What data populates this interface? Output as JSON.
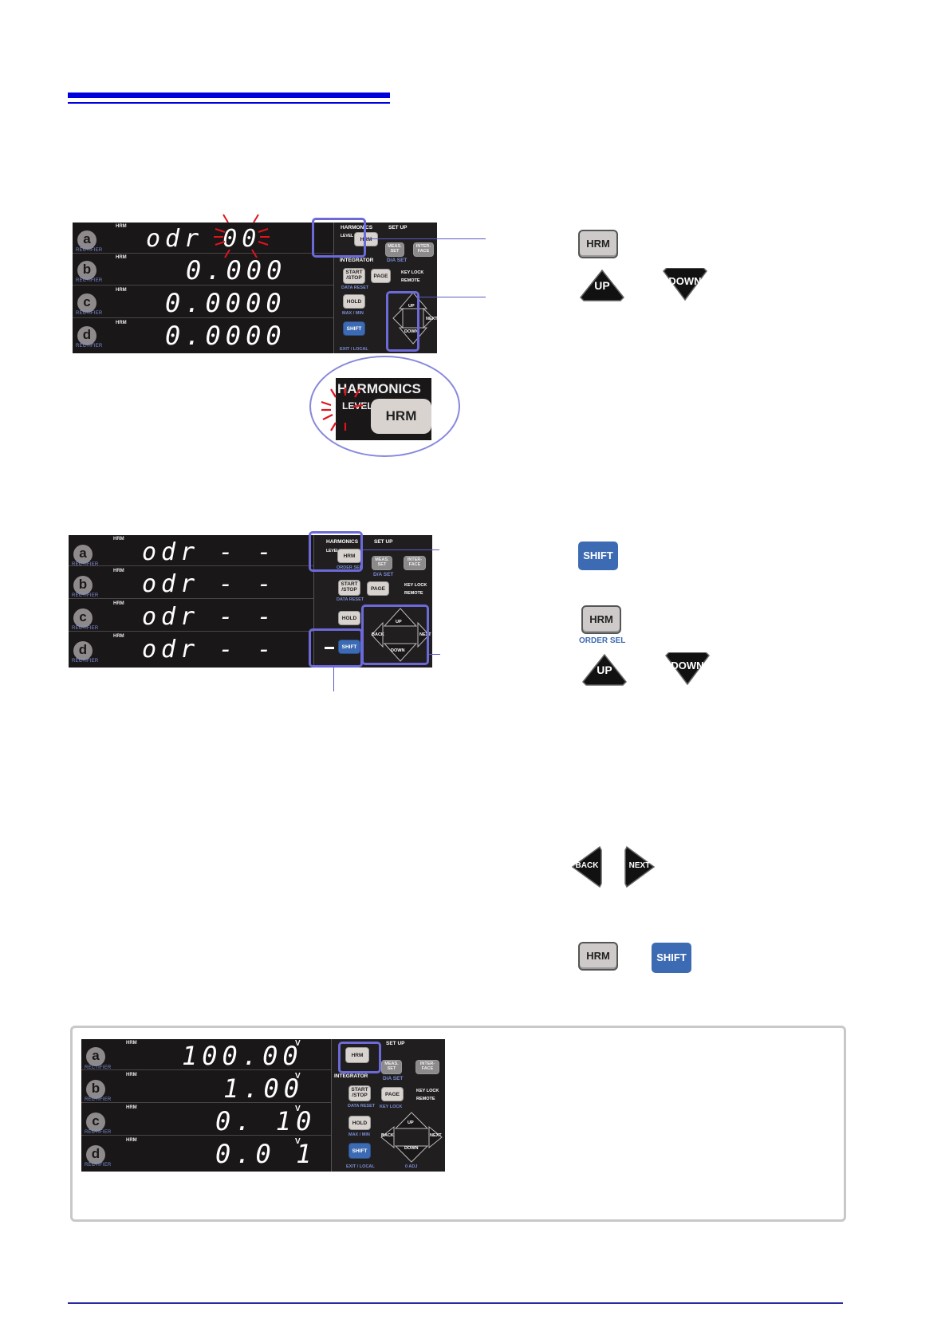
{
  "panel_labels": {
    "harmonics": "HARMONICS",
    "level": "LEVEL",
    "set_up": "SET UP",
    "integrator": "INTEGRATOR",
    "da_set": "D/A SET",
    "data_reset": "DATA RESET",
    "key_lock": "KEY LOCK",
    "key_lock_led": "KEY LOCK",
    "remote": "REMOTE",
    "max_min": "MAX / MIN",
    "exit_local": "EXIT / LOCAL",
    "order_sel": "ORDER SEL",
    "zero_adj": "0 ADJ",
    "rectifier": "RECTIFIER",
    "hrm_tag": "HRM",
    "unit_v": "V"
  },
  "panel_buttons": {
    "hrm": "HRM",
    "meas_set": "MEAS. SET",
    "inter_face": "INTER- FACE",
    "start_stop": "START /STOP",
    "page": "PAGE",
    "hold": "HOLD",
    "shift": "SHIFT",
    "up": "UP",
    "down": "DOWN",
    "back": "BACK",
    "next": "NEXT"
  },
  "channels": [
    "a",
    "b",
    "c",
    "d"
  ],
  "panel1_values": [
    "odr  00",
    "0.000",
    "0.0000",
    "0.0000"
  ],
  "panel2_values": [
    "odr  - -",
    "odr  - -",
    "odr  - -",
    "odr  - -"
  ],
  "panel3_values": [
    "100.00",
    "1.00",
    "0. 10",
    "0.0 1"
  ],
  "zoom": {
    "harmonics": "HARMONICS",
    "level": "LEVEL",
    "hrm": "HRM"
  },
  "keys": {
    "hrm": "HRM",
    "up": "UP",
    "down": "DOWN",
    "shift": "SHIFT",
    "order_sel": "ORDER SEL",
    "back": "BACK",
    "next": "NEXT"
  },
  "colors": {
    "rule": "#0000dd",
    "highlight": "#6b6ad8",
    "shift_blue": "#3d6bb3",
    "blink_red": "#e0141e"
  }
}
